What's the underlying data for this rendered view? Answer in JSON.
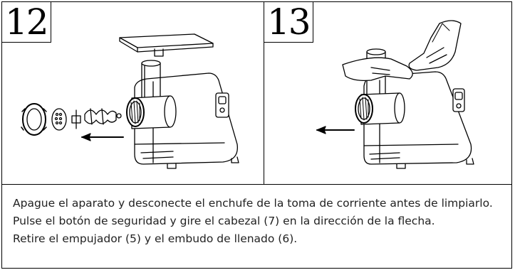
{
  "panels": [
    {
      "step": "12"
    },
    {
      "step": "13"
    }
  ],
  "instructions": [
    "Apague el aparato y desconecte el enchufe de la toma de corriente antes de limpiarlo.",
    "Pulse el botón de seguridad y gire el cabezal (7) en la dirección de la flecha.",
    "Retire el empujador (5) y el embudo de llenado (6)."
  ],
  "colors": {
    "line": "#000000",
    "text": "#222222",
    "background": "#ffffff"
  }
}
